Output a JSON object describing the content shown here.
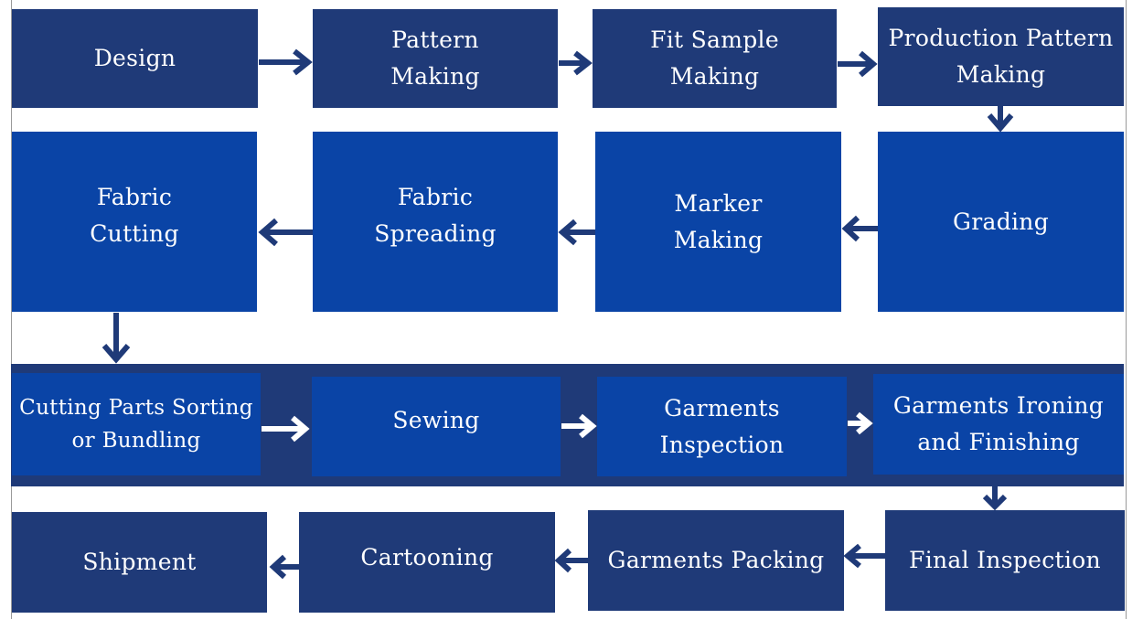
{
  "steps": {
    "design": "Design",
    "pattern_making": "Pattern Making",
    "fit_sample_making": "Fit Sample Making",
    "production_pattern_making": "Production Pattern Making",
    "grading": "Grading",
    "marker_making": "Marker Making",
    "fabric_spreading": "Fabric Spreading",
    "fabric_cutting": "Fabric Cutting",
    "cutting_parts_sorting": "Cutting Parts Sorting or Bundling",
    "sewing": "Sewing",
    "garments_inspection": "Garments Inspection",
    "garments_ironing": "Garments Ironing and Finishing",
    "final_inspection": "Final Inspection",
    "garments_packing": "Garments Packing",
    "cartooning": "Cartooning",
    "shipment": "Shipment"
  },
  "colors": {
    "dark_box": "#1f3a78",
    "bright_box": "#0a44a6",
    "arrow_dark": "#1f3a78",
    "arrow_light": "#ffffff"
  }
}
